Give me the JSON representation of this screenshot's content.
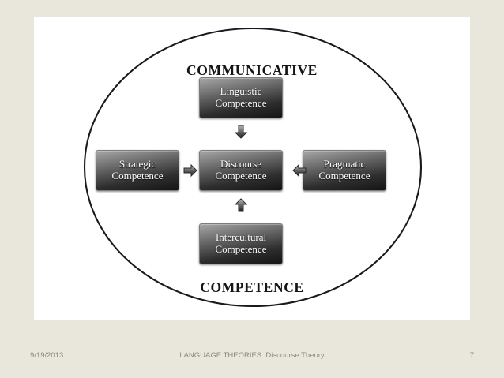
{
  "slide": {
    "background_color": "#e9e7dc",
    "canvas_color": "#ffffff",
    "diagram": {
      "outer_shape": "ellipse",
      "heading_top": "COMMUNICATIVE",
      "heading_bottom": "COMPETENCE",
      "boxes": [
        {
          "id": "linguistic",
          "line1": "Linguistic",
          "line2": "Competence",
          "position": "top"
        },
        {
          "id": "strategic",
          "line1": "Strategic",
          "line2": "Competence",
          "position": "left"
        },
        {
          "id": "discourse",
          "line1": "Discourse",
          "line2": "Competence",
          "position": "center"
        },
        {
          "id": "pragmatic",
          "line1": "Pragmatic",
          "line2": "Competence",
          "position": "right"
        },
        {
          "id": "intercultural",
          "line1": "Intercultural",
          "line2": "Competence",
          "position": "bottom"
        }
      ],
      "arrows": [
        {
          "id": "linguistic-to-discourse",
          "icon": "arrow-down-icon",
          "from": "Linguistic Competence",
          "to": "Discourse Competence"
        },
        {
          "id": "strategic-to-discourse",
          "icon": "arrow-right-icon",
          "from": "Strategic Competence",
          "to": "Discourse Competence"
        },
        {
          "id": "pragmatic-to-discourse",
          "icon": "arrow-left-icon",
          "from": "Pragmatic Competence",
          "to": "Discourse Competence"
        },
        {
          "id": "intercultural-to-discourse",
          "icon": "arrow-up-icon",
          "from": "Intercultural Competence",
          "to": "Discourse Competence"
        }
      ],
      "box_text_color": "#ffffff",
      "box_fill_dark": "#151515",
      "box_fill_light": "#a8a8a8",
      "outline_color": "#1a1a1a"
    }
  },
  "footer": {
    "date": "9/19/2013",
    "title": "LANGUAGE THEORIES: Discourse Theory",
    "page_number": "7",
    "text_color": "#8b8a80"
  }
}
